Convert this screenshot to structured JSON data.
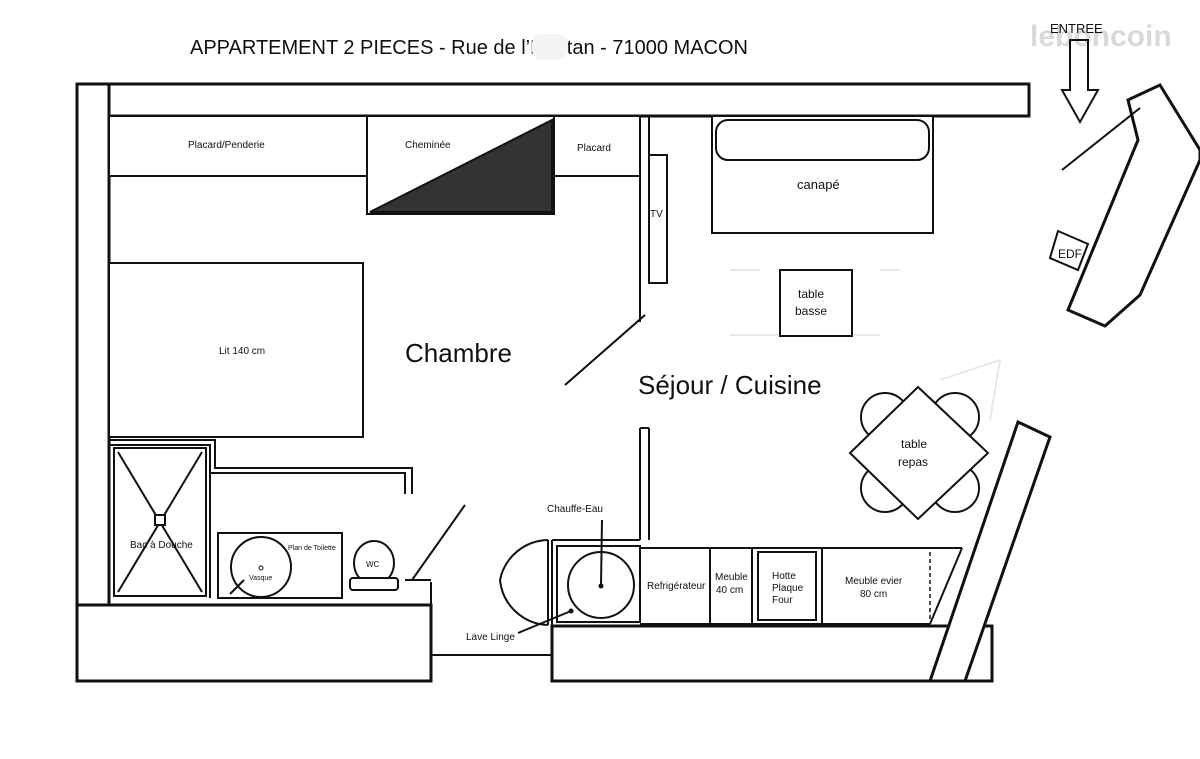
{
  "title": "APPARTEMENT 2 PIECES -     Rue de l’Héritan - 71000 MACON",
  "watermark": "leboncoin",
  "entrance_label": "ENTREE",
  "rooms": {
    "chambre": "Chambre",
    "sejour": "Séjour / Cuisine"
  },
  "furniture": {
    "placard_penderie": "Placard/Penderie",
    "cheminee": "Cheminée",
    "placard": "Placard",
    "tv": "TV",
    "canape": "canapé",
    "table_basse_1": "table",
    "table_basse_2": "basse",
    "lit": "Lit 140 cm",
    "table_repas_1": "table",
    "table_repas_2": "repas",
    "edf": "EDF",
    "bac_douche": "Bac à Douche",
    "plan_toilette": "Plan de Toilette",
    "vasque": "Vasque",
    "wc": "WC",
    "chauffe_eau": "Chauffe-Eau",
    "lave_linge": "Lave Linge",
    "refrigerateur": "Refrigérateur",
    "meuble_40_1": "Meuble",
    "meuble_40_2": "40 cm",
    "hotte_1": "Hotte",
    "hotte_2": "Plaque",
    "hotte_3": "Four",
    "meuble_evier_1": "Meuble evier",
    "meuble_evier_2": "80 cm"
  }
}
